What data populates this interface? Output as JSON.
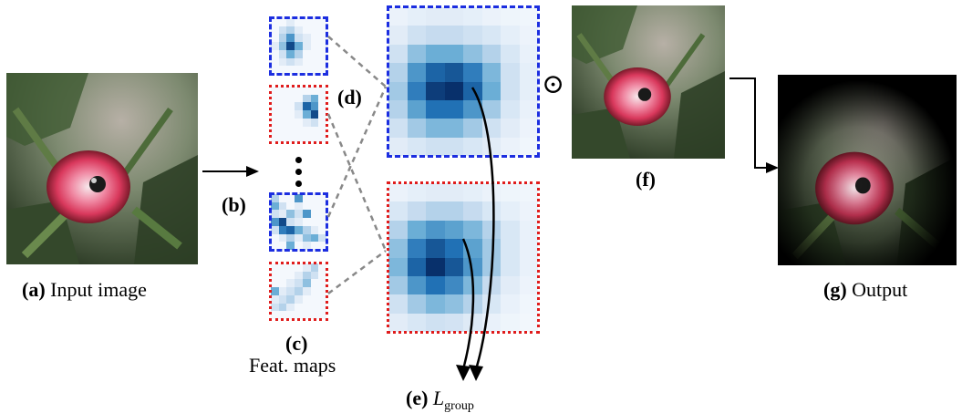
{
  "labels": {
    "a_tag": "(a)",
    "a_text": "Input image",
    "b_tag": "(b)",
    "c_tag": "(c)",
    "c_text": "Feat. maps",
    "d_tag": "(d)",
    "e_tag": "(e)",
    "e_symbol": "L",
    "e_sub": "group",
    "f_tag": "(f)",
    "g_tag": "(g)",
    "g_text": "Output",
    "odot": "⊙"
  },
  "colors": {
    "blue_frame": "#1c2ee0",
    "red_frame": "#e01c1c",
    "connector": "#888888",
    "heat_low": "#f4f8fd",
    "heat_high": "#08306b"
  },
  "feature_maps": {
    "small_blue_1": [
      [
        0,
        0,
        0.1,
        0,
        0,
        0,
        0
      ],
      [
        0,
        0.2,
        0.3,
        0.1,
        0,
        0,
        0
      ],
      [
        0,
        0.3,
        0.6,
        0.2,
        0.1,
        0,
        0
      ],
      [
        0.1,
        0.4,
        0.9,
        0.5,
        0.1,
        0,
        0
      ],
      [
        0,
        0.2,
        0.5,
        0.3,
        0,
        0,
        0
      ],
      [
        0,
        0.1,
        0.2,
        0.1,
        0,
        0,
        0
      ],
      [
        0,
        0,
        0,
        0,
        0,
        0,
        0
      ]
    ],
    "small_red_1": [
      [
        0,
        0,
        0,
        0,
        0,
        0,
        0
      ],
      [
        0,
        0,
        0,
        0,
        0.3,
        0.5,
        0
      ],
      [
        0,
        0,
        0,
        0.2,
        0.8,
        0.6,
        0
      ],
      [
        0,
        0,
        0,
        0.1,
        0.5,
        0.9,
        0
      ],
      [
        0,
        0,
        0,
        0,
        0.1,
        0.2,
        0
      ],
      [
        0,
        0,
        0,
        0,
        0,
        0,
        0
      ],
      [
        0,
        0,
        0,
        0,
        0,
        0,
        0
      ]
    ],
    "small_blue_2": [
      [
        0.3,
        0,
        0,
        0.6,
        0,
        0,
        0
      ],
      [
        0.5,
        0.2,
        0,
        0.1,
        0,
        0,
        0
      ],
      [
        0.2,
        0.1,
        0.4,
        0.2,
        0.6,
        0,
        0
      ],
      [
        0.6,
        0.9,
        0.2,
        0.1,
        0,
        0,
        0
      ],
      [
        0.2,
        0.7,
        0.8,
        0.5,
        0.3,
        0.1,
        0
      ],
      [
        0,
        0.1,
        0.3,
        0.1,
        0.4,
        0.5,
        0.2
      ],
      [
        0,
        0,
        0.5,
        0,
        0.1,
        0,
        0
      ]
    ],
    "small_red_2": [
      [
        0,
        0,
        0,
        0,
        0.1,
        0.3,
        0
      ],
      [
        0,
        0,
        0,
        0.1,
        0.3,
        0.2,
        0
      ],
      [
        0,
        0,
        0.1,
        0.2,
        0.4,
        0,
        0
      ],
      [
        0.5,
        0.1,
        0.2,
        0.3,
        0.1,
        0,
        0
      ],
      [
        0.1,
        0.2,
        0.3,
        0.1,
        0,
        0,
        0
      ],
      [
        0.2,
        0.3,
        0.1,
        0,
        0,
        0,
        0
      ],
      [
        0,
        0,
        0,
        0,
        0,
        0,
        0
      ]
    ],
    "large_blue": [
      [
        0.05,
        0.08,
        0.1,
        0.1,
        0.08,
        0.05,
        0.03,
        0.02
      ],
      [
        0.1,
        0.2,
        0.25,
        0.25,
        0.2,
        0.15,
        0.08,
        0.04
      ],
      [
        0.2,
        0.4,
        0.5,
        0.5,
        0.4,
        0.3,
        0.15,
        0.06
      ],
      [
        0.3,
        0.6,
        0.8,
        0.85,
        0.7,
        0.45,
        0.2,
        0.08
      ],
      [
        0.35,
        0.7,
        0.95,
        1.0,
        0.8,
        0.5,
        0.2,
        0.08
      ],
      [
        0.3,
        0.55,
        0.75,
        0.75,
        0.6,
        0.35,
        0.15,
        0.06
      ],
      [
        0.2,
        0.35,
        0.45,
        0.45,
        0.35,
        0.2,
        0.1,
        0.04
      ],
      [
        0.1,
        0.15,
        0.2,
        0.2,
        0.15,
        0.1,
        0.05,
        0.02
      ]
    ],
    "large_red": [
      [
        0.05,
        0.08,
        0.1,
        0.1,
        0.08,
        0.05,
        0.03,
        0.02
      ],
      [
        0.15,
        0.25,
        0.3,
        0.3,
        0.25,
        0.15,
        0.08,
        0.04
      ],
      [
        0.3,
        0.5,
        0.6,
        0.55,
        0.45,
        0.3,
        0.15,
        0.06
      ],
      [
        0.4,
        0.7,
        0.85,
        0.75,
        0.55,
        0.35,
        0.15,
        0.06
      ],
      [
        0.45,
        0.8,
        1.0,
        0.85,
        0.6,
        0.35,
        0.15,
        0.06
      ],
      [
        0.35,
        0.6,
        0.75,
        0.65,
        0.45,
        0.25,
        0.1,
        0.04
      ],
      [
        0.2,
        0.35,
        0.45,
        0.4,
        0.3,
        0.15,
        0.06,
        0.02
      ],
      [
        0.1,
        0.15,
        0.2,
        0.18,
        0.12,
        0.06,
        0.03,
        0.01
      ]
    ]
  }
}
